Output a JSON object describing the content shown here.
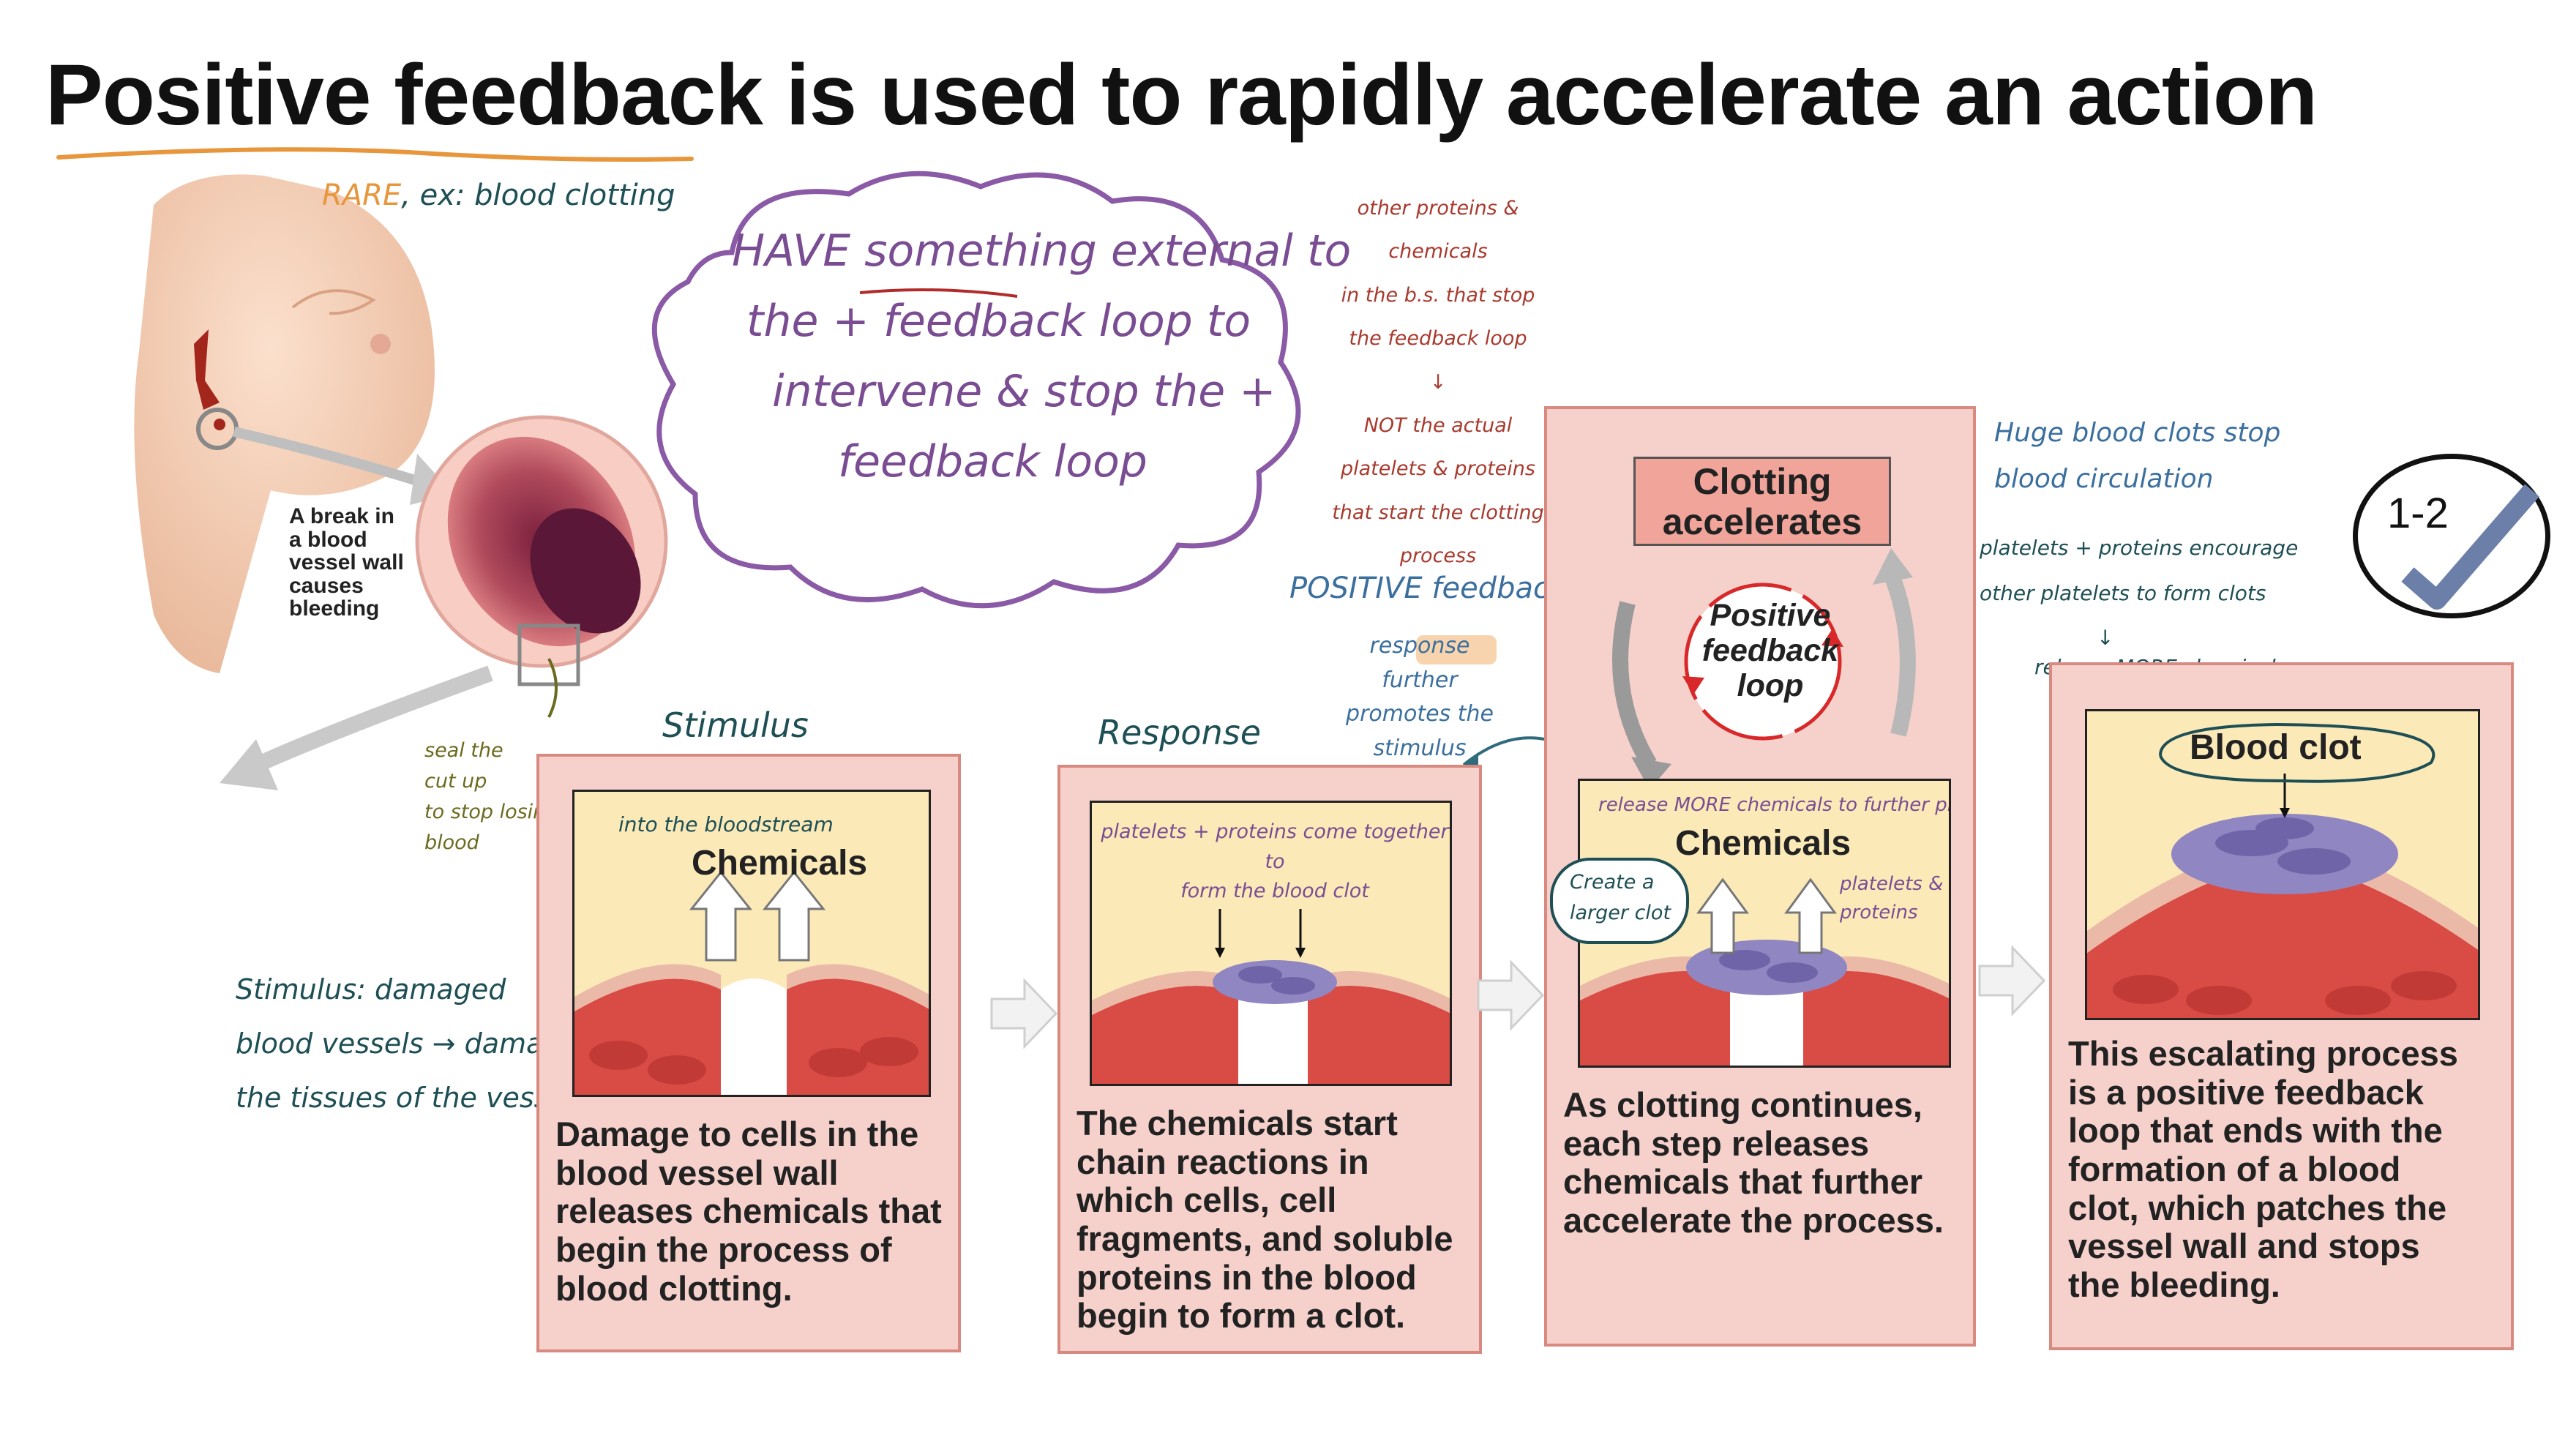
{
  "title": "Positive feedback  is used to rapidly accelerate an action",
  "left_illustration": {
    "rare_label": "RARE",
    "example_label": ", ex: blood clotting",
    "break_caption": [
      "A break in",
      "a blood",
      "vessel wall",
      "causes",
      "bleeding"
    ],
    "seal_note": [
      "seal the",
      "cut up",
      "to stop losing",
      "blood"
    ],
    "stimulus_note": [
      "Stimulus: damaged",
      "blood vessels → damage",
      "the tissues of the vessel"
    ]
  },
  "cloud_note": [
    "HAVE something external to",
    "the + feedback loop to",
    "intervene & stop the +",
    "feedback loop"
  ],
  "other_proteins_note": [
    "other proteins & chemicals",
    "in the b.s. that stop",
    "the feedback loop",
    "↓",
    "NOT the actual",
    "platelets & proteins",
    "that start the clotting",
    "process"
  ],
  "positive_feedback_note": {
    "heading": "POSITIVE feedback:",
    "lines": [
      "response further",
      "promotes the",
      "stimulus"
    ]
  },
  "huge_clots_note": [
    "Huge blood clots stop",
    "blood circulation"
  ],
  "platelets_note": [
    "platelets + proteins encourage",
    "other platelets to form clots",
    "↓",
    "release MORE chemicals"
  ],
  "slide_number": "1-2",
  "panels": {
    "stimulus": {
      "tag": "Stimulus",
      "annotation": "into the bloodstream",
      "scene_label": "Chemicals",
      "text": [
        "Damage to cells in the",
        "blood vessel wall",
        "releases chemicals that",
        "begin the process of",
        "blood clotting."
      ]
    },
    "response": {
      "tag": "Response",
      "annotation": [
        "platelets + proteins come together to",
        "form the blood clot"
      ],
      "text": [
        "The chemicals start",
        "chain reactions in",
        "which cells, cell",
        "fragments, and soluble",
        "proteins in the blood",
        "begin to form a clot."
      ]
    },
    "accelerate": {
      "box_title": [
        "Clotting",
        "accelerates"
      ],
      "loop_label": [
        "Positive",
        "feedback",
        "loop"
      ],
      "annotation": "release MORE chemicals to further promote",
      "scene_label": "Chemicals",
      "bubble": [
        "Create a",
        "larger clot"
      ],
      "side_note": [
        "platelets &",
        "proteins"
      ],
      "text": [
        "As clotting continues,",
        "each step releases",
        "chemicals that further",
        "accelerate the process."
      ]
    },
    "clot": {
      "scene_label": "Blood clot",
      "text": [
        "This escalating process",
        "is a positive feedback",
        "loop that ends with the",
        "formation of a blood",
        "clot, which patches the",
        "vessel wall and stops",
        "the bleeding."
      ]
    }
  },
  "colors": {
    "panel_fill": "#f6d1cb",
    "panel_border": "#d98a80",
    "scene_fill": "#fbe9b8",
    "note_dark_teal": "#1d4f55",
    "note_red": "#a83a2e",
    "note_purple": "#7a4d93",
    "note_blue": "#3b6f9e",
    "note_olive": "#6b6a1e",
    "note_orange": "#e8963b",
    "loop_red": "#d8282a",
    "check_blue": "#6b7fa8"
  }
}
